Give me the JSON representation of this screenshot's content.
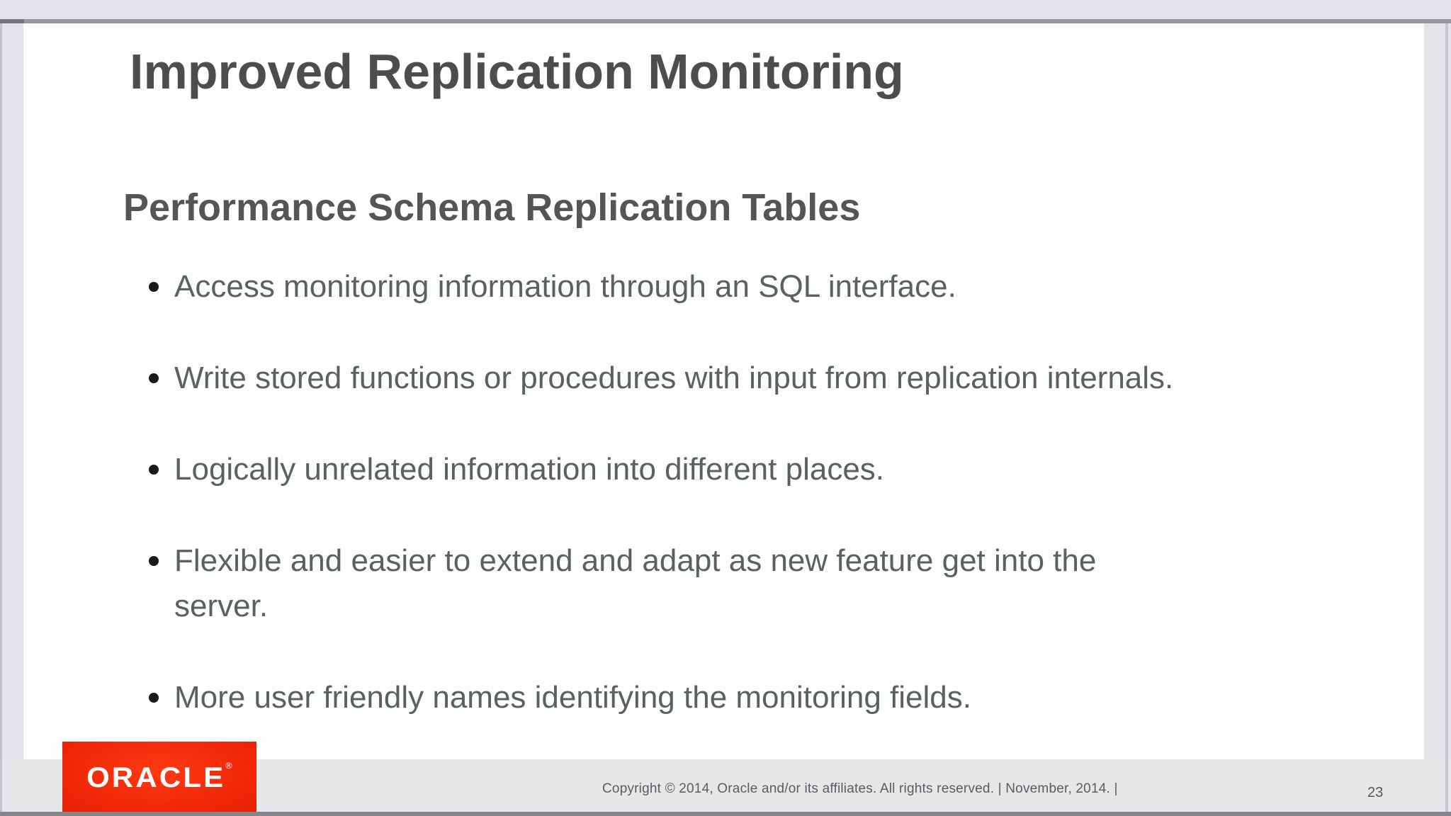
{
  "slide": {
    "title": "Improved Replication Monitoring",
    "subtitle": "Performance Schema Replication Tables",
    "bullets": [
      "Access monitoring information through an SQL interface.",
      "Write stored functions or procedures with input from replication internals.",
      "Logically unrelated information into different places.",
      "Flexible and easier to extend and adapt as new feature get into the\nserver.",
      "More user friendly names identifying the monitoring fields."
    ]
  },
  "footer": {
    "logo_text": "ORACLE",
    "logo_registered": "®",
    "copyright": "Copyright © 2014, Oracle and/or its affiliates. All rights reserved. | November, 2014.  |",
    "page_number": "23"
  },
  "colors": {
    "oracle_red": "#ef2608",
    "title_text": "#4c4d4f",
    "body_text": "#5c6063",
    "surround_gray": "#e3e4e7",
    "slide_background": "#fcfdfd"
  }
}
